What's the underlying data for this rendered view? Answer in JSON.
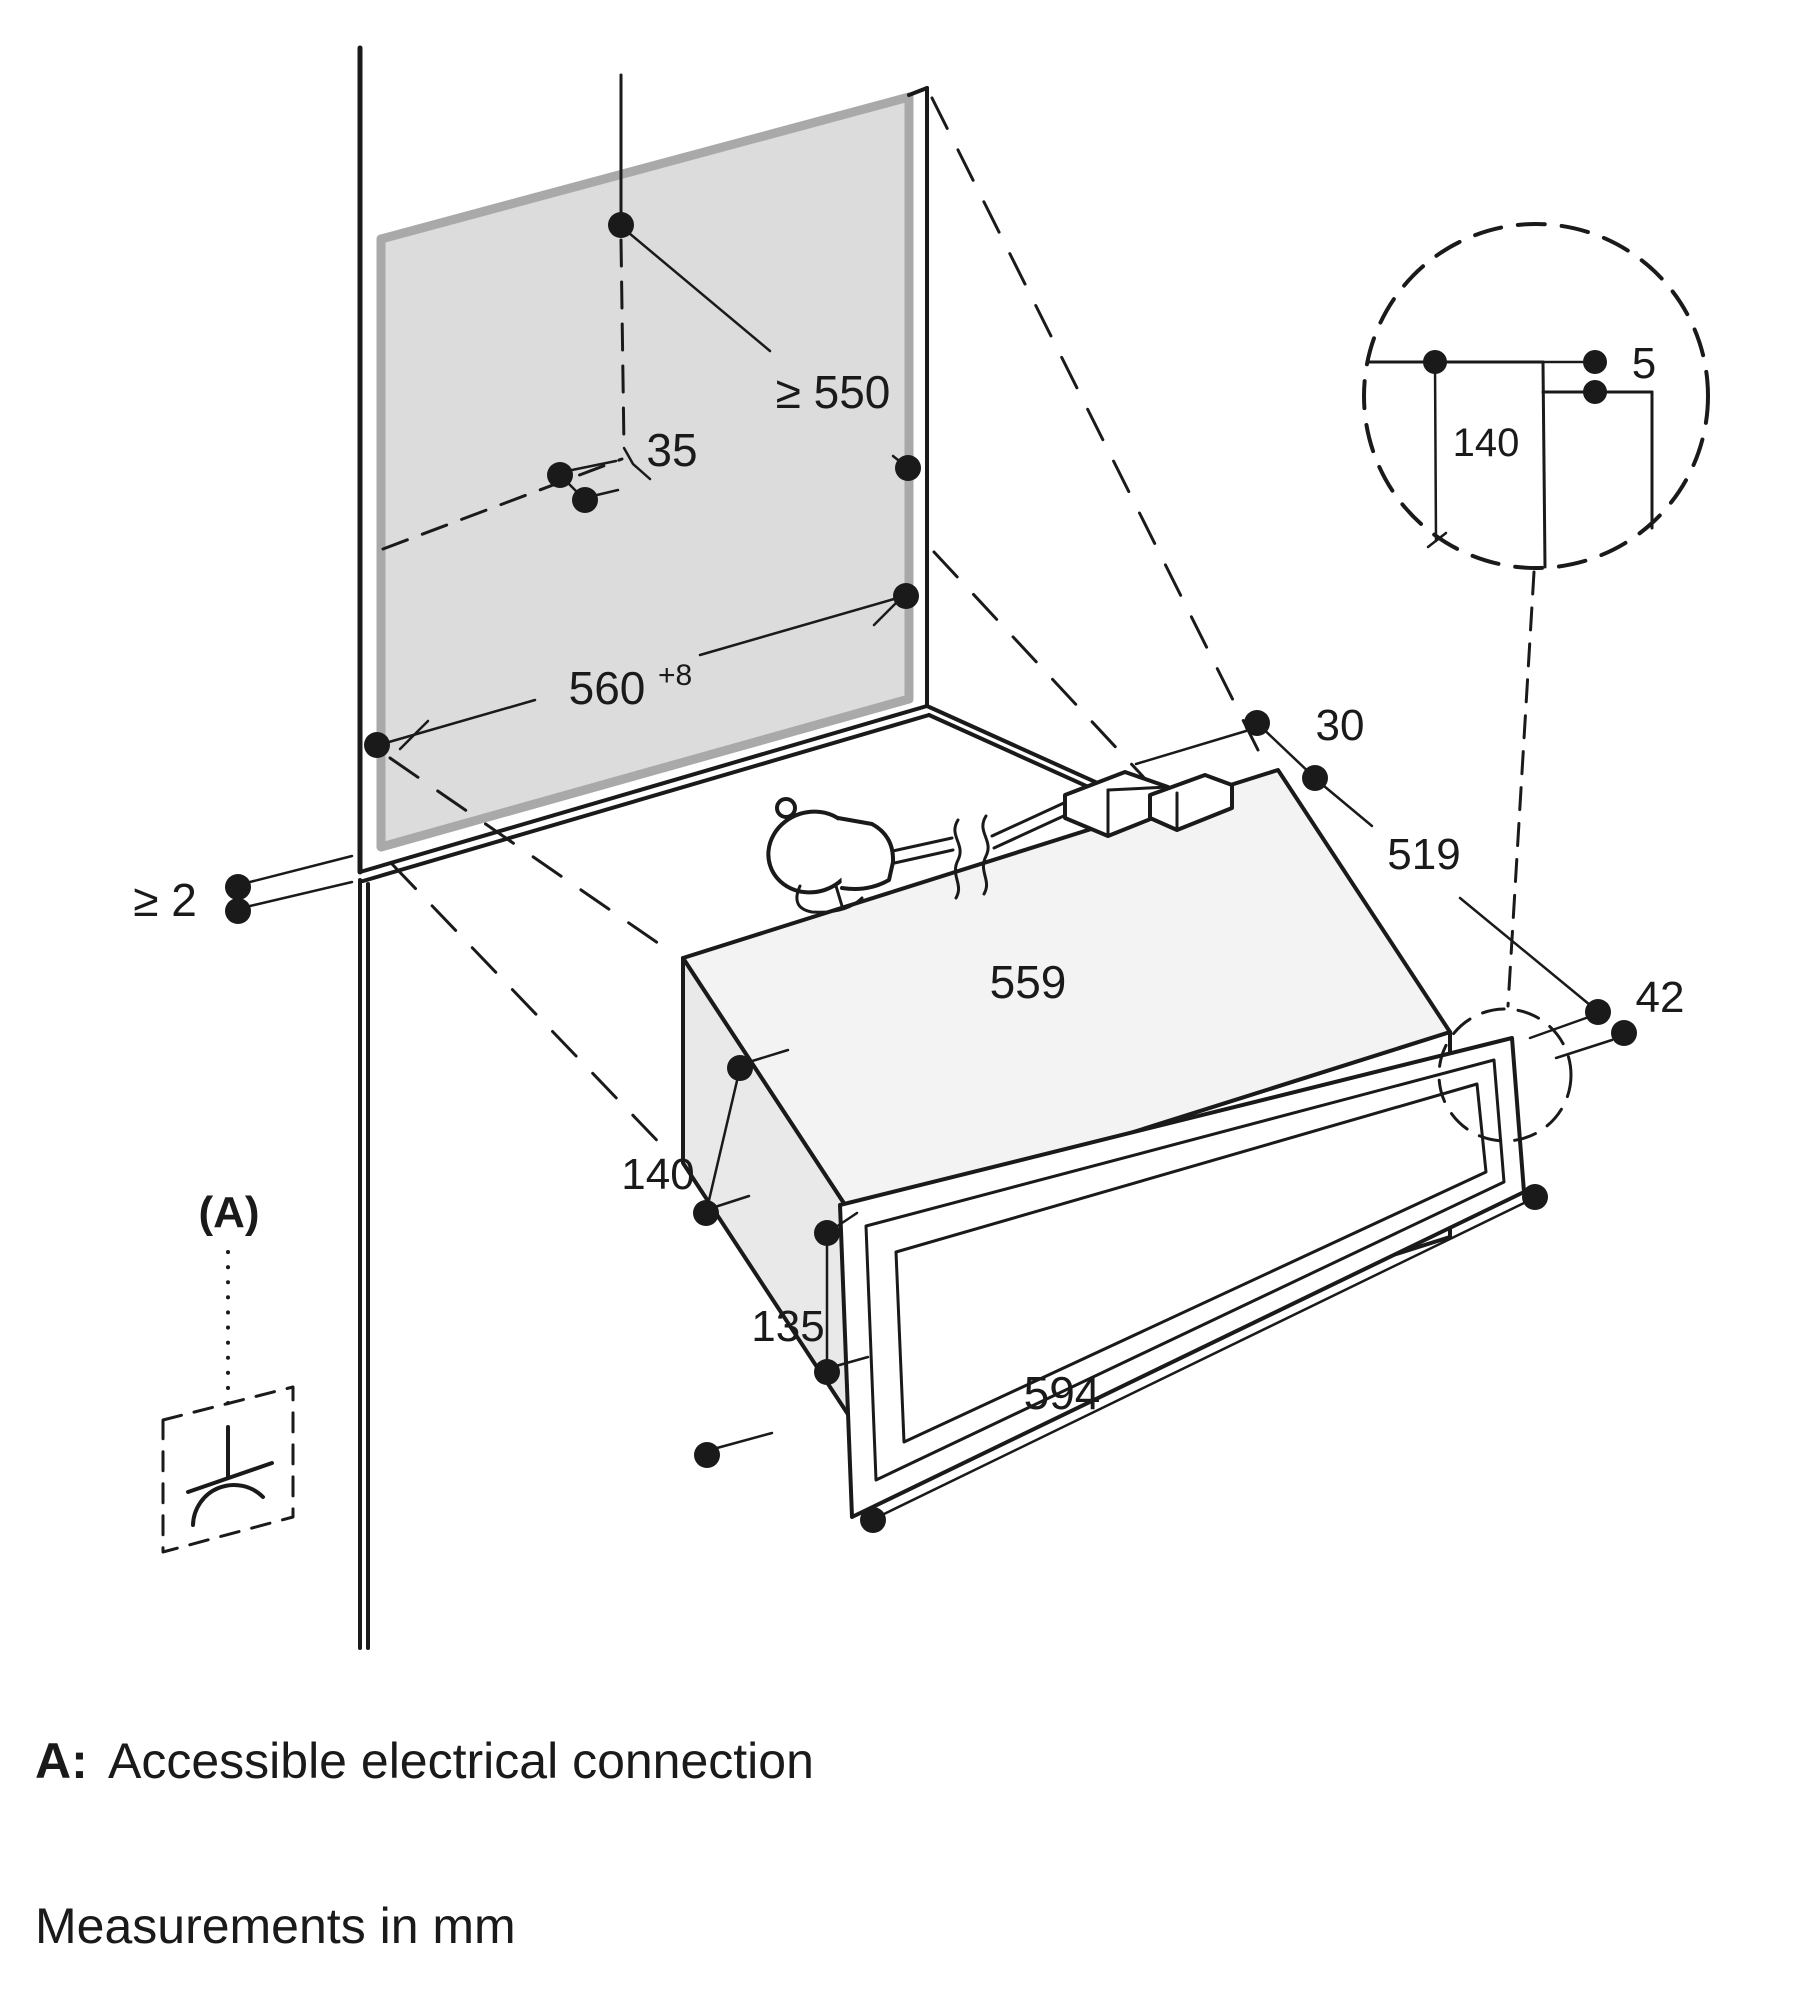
{
  "dimensions": {
    "niche_depth": "≥ 550",
    "recess_offset": "35",
    "niche_width_value": "560",
    "niche_width_tolerance": "+8",
    "side_gap": "≥ 2",
    "rear_clearance": "30",
    "appliance_depth": "519",
    "appliance_top_width": "559",
    "corner_offset": "42",
    "appliance_height": "140",
    "front_panel_height": "135",
    "front_panel_width": "594"
  },
  "detail": {
    "height": "140",
    "gap": "5"
  },
  "legend": {
    "marker": "(A)"
  },
  "notes": {
    "note_label": "A:",
    "note_text": "Accessible electrical connection",
    "units_note": "Measurements in mm"
  },
  "colors": {
    "line": "#1a1a1a",
    "niche_fill": "#dcdcdc",
    "niche_edge": "#a9a9a9",
    "surface_top": "#f3f3f3",
    "surface_side": "#e9e9e9",
    "background": "#ffffff"
  }
}
